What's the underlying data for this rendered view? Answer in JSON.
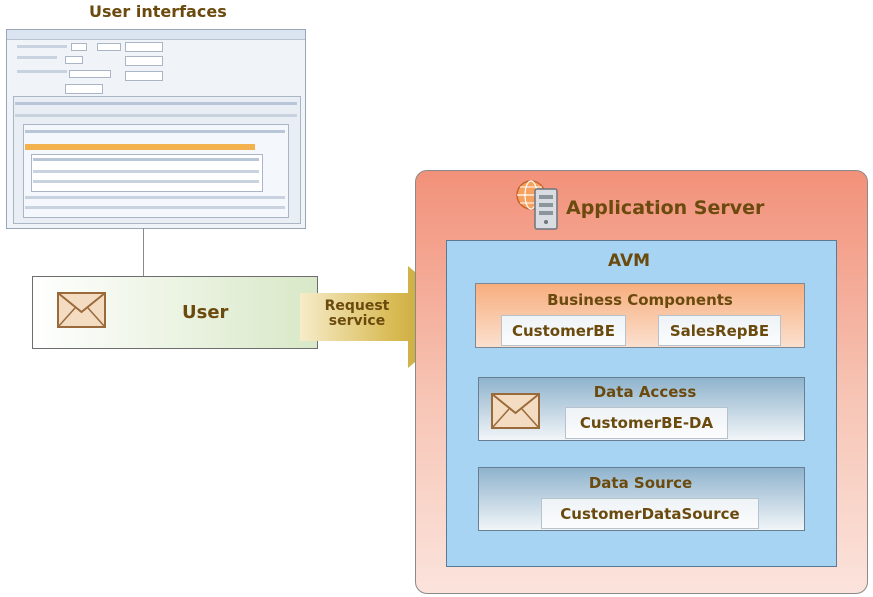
{
  "diagram": {
    "ui_title": "User interfaces",
    "user_label": "User",
    "arrow_label_line1": "Request",
    "arrow_label_line2": "service",
    "server_title": "Application Server",
    "avm_title": "AVM",
    "business_components": {
      "title": "Business Components",
      "items": [
        "CustomerBE",
        "SalesRepBE"
      ]
    },
    "data_access": {
      "title": "Data Access",
      "item": "CustomerBE-DA"
    },
    "data_source": {
      "title": "Data Source",
      "item": "CustomerDataSource"
    }
  },
  "icons": {
    "envelope": "envelope-icon",
    "server": "server-globe-icon"
  },
  "colors": {
    "text_brown": "#6b4a0e",
    "server_top": "#f2917a",
    "avm_blue": "#a7d4f2",
    "bc_orange": "#f7ae7e",
    "arrow_gold": "#c5a22a"
  }
}
